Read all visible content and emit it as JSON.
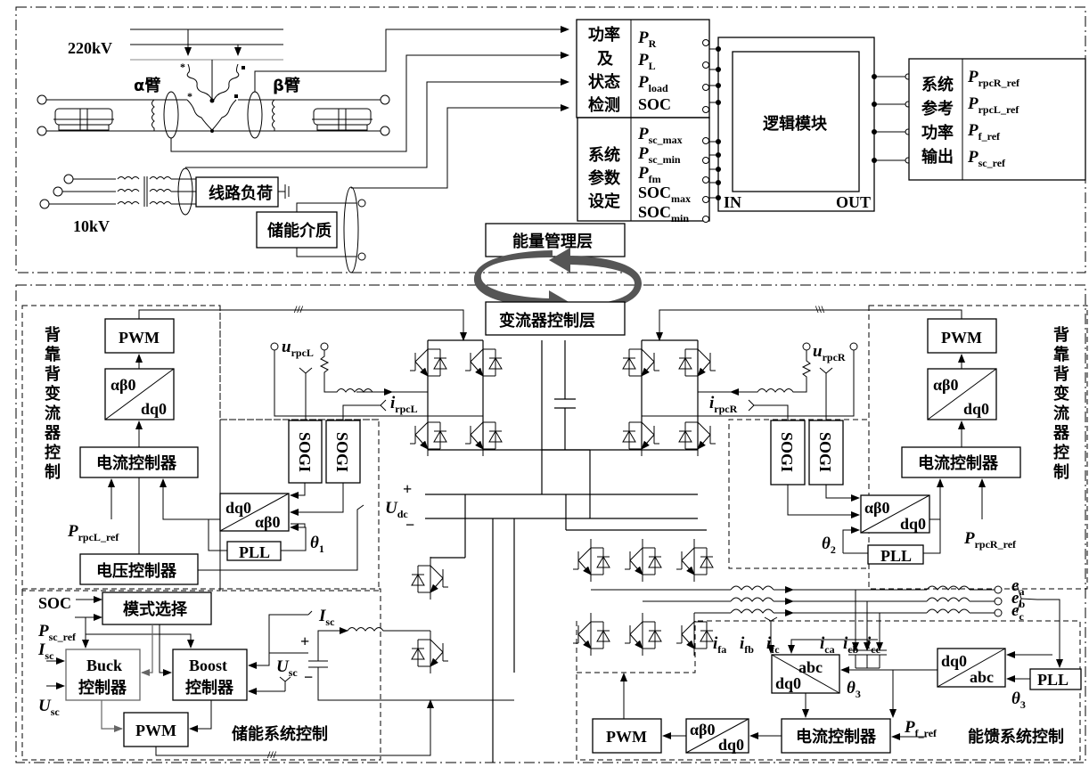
{
  "grid": {
    "voltage_220": "220kV",
    "voltage_10": "10kV",
    "alpha_arm": "α臂",
    "beta_arm": "β臂",
    "line_load": "线路负荷",
    "storage_medium": "储能介质"
  },
  "detection_block": {
    "label_lines": [
      "功率",
      "及",
      "状态",
      "检测"
    ],
    "outputs": [
      {
        "sym": "P",
        "sub": "R"
      },
      {
        "sym": "P",
        "sub": "L"
      },
      {
        "sym": "P",
        "sub": "load"
      },
      {
        "sym": "SOC",
        "sub": ""
      }
    ]
  },
  "params_block": {
    "label_lines": [
      "系统",
      "参数",
      "设定"
    ],
    "outputs": [
      {
        "sym": "P",
        "sub": "sc_max"
      },
      {
        "sym": "P",
        "sub": "sc_min"
      },
      {
        "sym": "P",
        "sub": "fm"
      },
      {
        "sym": "SOC",
        "sub": "max"
      },
      {
        "sym": "SOC",
        "sub": "min"
      }
    ]
  },
  "logic_block": {
    "title": "逻辑模块",
    "in_label": "IN",
    "out_label": "OUT"
  },
  "ref_output_block": {
    "label_lines": [
      "系统",
      "参考",
      "功率",
      "输出"
    ],
    "outputs": [
      {
        "sym": "P",
        "sub": "rpcR_ref"
      },
      {
        "sym": "P",
        "sub": "rpcL_ref"
      },
      {
        "sym": "P",
        "sub": "f_ref"
      },
      {
        "sym": "P",
        "sub": "sc_ref"
      }
    ]
  },
  "layers": {
    "energy_management": "能量管理层",
    "converter_control": "变流器控制层"
  },
  "left_converter_control": {
    "title": "背靠背变流器控制",
    "pwm": "PWM",
    "transform_top": "αβ0",
    "transform_bottom": "dq0",
    "current_controller": "电流控制器",
    "voltage_controller": "电压控制器",
    "sogi": "SOGI",
    "dq_top": "dq0",
    "dq_bottom": "αβ0",
    "pll": "PLL",
    "theta": {
      "sym": "θ",
      "sub": "1"
    },
    "p_ref": {
      "sym": "P",
      "sub": "rpcL_ref"
    },
    "u_rpc": {
      "sym": "u",
      "sub": "rpcL"
    },
    "i_rpc": {
      "sym": "i",
      "sub": "rpcL"
    },
    "u_dc": {
      "sym": "U",
      "sub": "dc"
    }
  },
  "right_converter_control": {
    "title": "背靠背变流器控制",
    "pwm": "PWM",
    "transform_top": "αβ0",
    "transform_bottom": "dq0",
    "current_controller": "电流控制器",
    "sogi": "SOGI",
    "dq_top": "αβ0",
    "dq_bottom": "dq0",
    "pll": "PLL",
    "theta": {
      "sym": "θ",
      "sub": "2"
    },
    "p_ref": {
      "sym": "P",
      "sub": "rpcR_ref"
    },
    "u_rpc": {
      "sym": "u",
      "sub": "rpcR"
    },
    "i_rpc": {
      "sym": "i",
      "sub": "rpcR"
    }
  },
  "storage_control": {
    "title": "储能系统控制",
    "mode_select": "模式选择",
    "buck_line1": "Buck",
    "buck_line2": "控制器",
    "boost_line1": "Boost",
    "boost_line2": "控制器",
    "pwm": "PWM",
    "soc": "SOC",
    "p_ref": {
      "sym": "P",
      "sub": "sc_ref"
    },
    "i_sc": {
      "sym": "I",
      "sub": "sc"
    },
    "u_sc": {
      "sym": "U",
      "sub": "sc"
    },
    "plus": "+",
    "minus": "−"
  },
  "feedback_control": {
    "title": "能馈系统控制",
    "pwm": "PWM",
    "transform_top": "αβ0",
    "transform_bottom": "dq0",
    "current_controller": "电流控制器",
    "abc_top": "abc",
    "abc_bottom": "dq0",
    "dq_top": "dq0",
    "dq_bottom": "abc",
    "pll": "PLL",
    "theta": {
      "sym": "θ",
      "sub": "3"
    },
    "p_ref": {
      "sym": "P",
      "sub": "f_ref"
    },
    "i_f": "i_fa, i_fb, i_fc",
    "i_f_parts": [
      {
        "sym": "i",
        "sub": "fa"
      },
      {
        "sym": "i",
        "sub": "fb"
      },
      {
        "sym": "i",
        "sub": "fc"
      }
    ],
    "i_c_parts": [
      {
        "sym": "i",
        "sub": "ca"
      },
      {
        "sym": "i",
        "sub": "cb"
      },
      {
        "sym": "i",
        "sub": "cc"
      }
    ],
    "e_labels": [
      {
        "sym": "e",
        "sub": "a"
      },
      {
        "sym": "e",
        "sub": "b"
      },
      {
        "sym": "e",
        "sub": "c"
      }
    ]
  }
}
